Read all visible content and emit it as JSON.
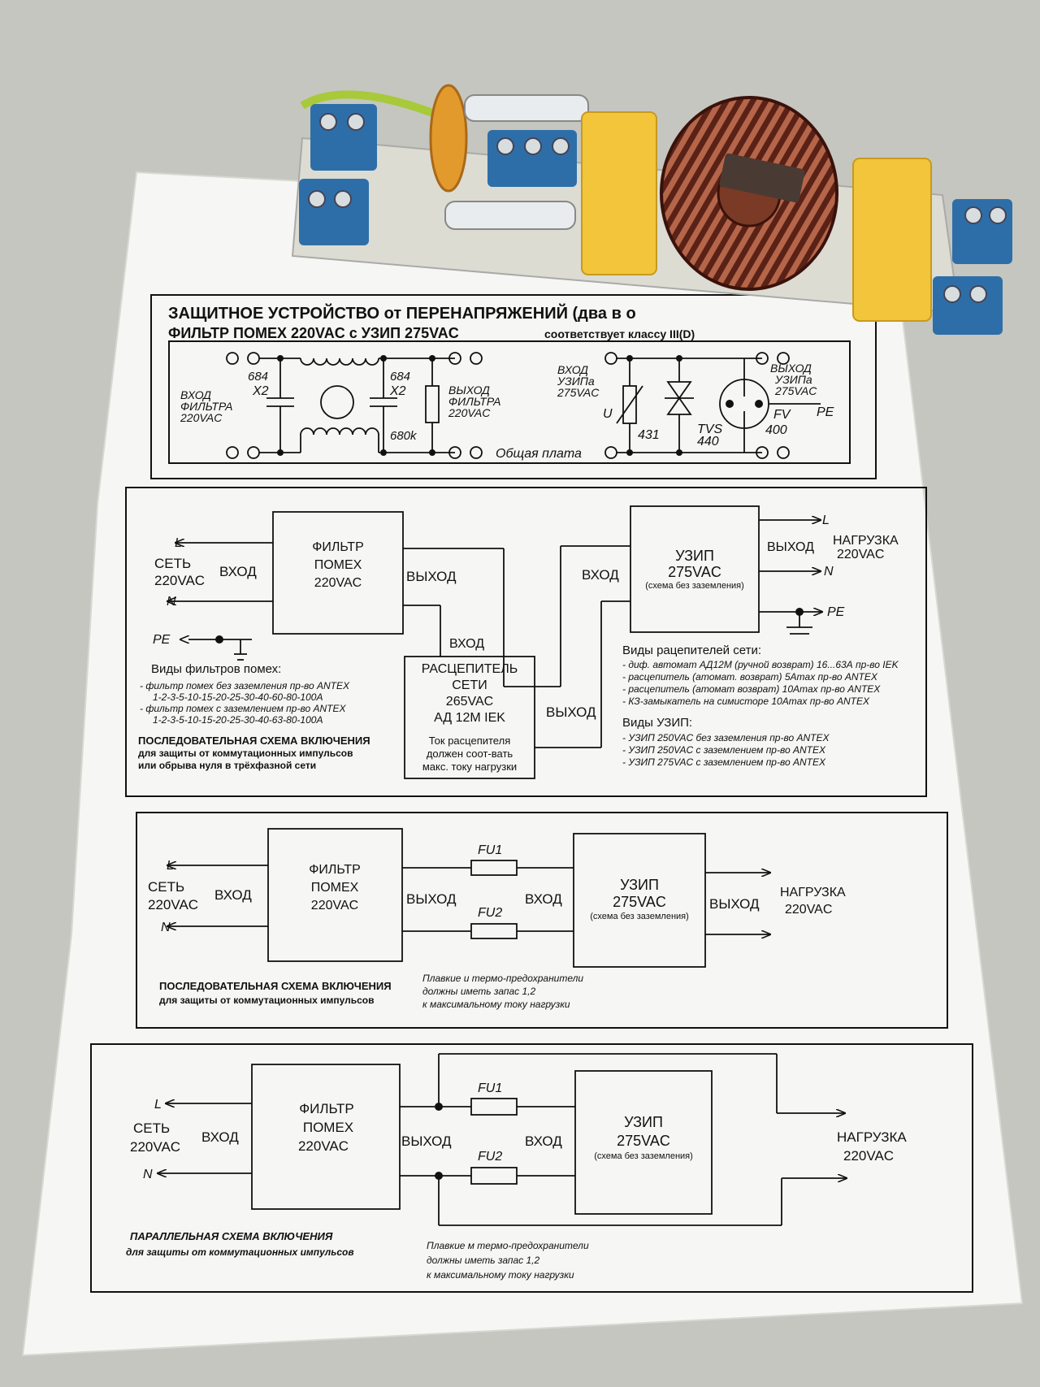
{
  "colors": {
    "background": "#c5c6bf",
    "paper": "#f6f6f4",
    "ink": "#111111",
    "pcb": "#dcdcd2",
    "terminal_block": "#2e6ea8",
    "capacitor": "#f2c53a",
    "toroid_copper": "#6a2a1c",
    "ground_wire": "#a8c93a"
  },
  "device": {
    "icons": [
      "terminal-block-icon",
      "fuse-icon",
      "toroid-choke-icon",
      "x2-capacitor-icon",
      "varistor-icon"
    ]
  },
  "header": {
    "title_line1": "ЗАЩИТНОЕ УСТРОЙСТВО от ПЕРЕНАПРЯЖЕНИЙ (два в о",
    "title_line2": "ФИЛЬТР ПОМЕХ 220VAC  с УЗИП 275VAC",
    "compliance": "соответствует классу III(D)"
  },
  "filter_schematic": {
    "cap1": "684",
    "cap1_type": "X2",
    "cap2": "684",
    "cap2_type": "X2",
    "resistor": "680k",
    "input_label": [
      "ВХОД",
      "ФИЛЬТРА",
      "220VAC"
    ],
    "output_label": [
      "ВЫХОД",
      "ФИЛЬТРА",
      "220VAC"
    ],
    "board_label": "Общая плата"
  },
  "spd_schematic": {
    "input_label": [
      "ВХОД",
      "УЗИПа",
      "275VAC"
    ],
    "output_label": [
      "ВЫХОД",
      "УЗИПа",
      "275VAC"
    ],
    "varistor_symbol": "U",
    "varistor_value": "431",
    "tvs_label": "TVS",
    "tvs_value": "440",
    "fv_label": "FV",
    "fv_value": "400",
    "pe": "PE"
  },
  "series_trip": {
    "l": "L",
    "n": "N",
    "pe": "PE",
    "network": [
      "СЕТЬ",
      "220VAC"
    ],
    "input": "ВХОД",
    "filter": [
      "ФИЛЬТР",
      "ПОМЕХ",
      "220VAC"
    ],
    "output": "ВЫХОД",
    "trip_input": "ВХОД",
    "trip": [
      "РАСЦЕПИТЕЛЬ",
      "СЕТИ",
      "265VAC",
      "АД 12M IEK"
    ],
    "trip_note": [
      "Ток расцепителя",
      "должен соот-вать",
      "макс. току нагрузки"
    ],
    "trip_output": "ВЫХОД",
    "spd_input": "ВХОД",
    "spd": [
      "УЗИП",
      "275VAC",
      "(схема без заземления)"
    ],
    "spd_output": "ВЫХОД",
    "load": [
      "НАГРУЗКА",
      "220VAC"
    ],
    "filter_types_title": "Виды фильтров помех:",
    "filter_types": [
      "- фильтр помех без заземления пр-во ANTEX",
      "1-2-3-5-10-15-20-25-30-40-60-80-100A",
      "- фильтр помех с заземлением пр-во ANTEX",
      "1-2-3-5-10-15-20-25-30-40-63-80-100A"
    ],
    "caption": [
      "ПОСЛЕДОВАТЕЛЬНАЯ СХЕМА ВКЛЮЧЕНИЯ",
      "для защиты от коммутационных импульсов",
      "или обрыва нуля в трёхфазной сети"
    ],
    "trip_types_title": "Виды рацепителей сети:",
    "trip_types": [
      "- диф. автомат АД12М (ручной возврат) 16...63А пр-во IEK",
      "- расцепитель (атомат. возврат) 5Amax пр-во ANTEX",
      "- расцепитель (атомат возврат) 10Amax пр-во ANTEX",
      "- КЗ-замыкатель на симисторе 10Amax пр-во ANTEX"
    ],
    "spd_types_title": "Виды УЗИП:",
    "spd_types": [
      "- УЗИП 250VAC без заземления  пр-во ANTEX",
      "- УЗИП 250VAC с заземлением   пр-во ANTEX",
      "- УЗИП 275VAC  с заземлением  пр-во ANTEX"
    ]
  },
  "series_fuse": {
    "l": "L",
    "n": "N",
    "network": [
      "СЕТЬ",
      "220VAC"
    ],
    "input": "ВХОД",
    "filter": [
      "ФИЛЬТР",
      "ПОМЕХ",
      "220VAC"
    ],
    "output": "ВЫХОД",
    "fu1": "FU1",
    "fu2": "FU2",
    "spd_input": "ВХОД",
    "spd": [
      "УЗИП",
      "275VAC",
      "(схема без заземления)"
    ],
    "spd_output": "ВЫХОД",
    "load": [
      "НАГРУЗКА",
      "220VAC"
    ],
    "caption": [
      "ПОСЛЕДОВАТЕЛЬНАЯ СХЕМА ВКЛЮЧЕНИЯ",
      "для защиты от коммутационных импульсов"
    ],
    "note": [
      "Плавкие и термо-предохранители",
      "должны иметь запас  1,2",
      "к максимальному току нагрузки"
    ]
  },
  "parallel": {
    "l": "L",
    "n": "N",
    "network": [
      "СЕТЬ",
      "220VAC"
    ],
    "input": "ВХОД",
    "filter": [
      "ФИЛЬТР",
      "ПОМЕХ",
      "220VAC"
    ],
    "output": "ВЫХОД",
    "fu1": "FU1",
    "fu2": "FU2",
    "spd_input": "ВХОД",
    "spd": [
      "УЗИП",
      "275VAC",
      "(схема без заземления)"
    ],
    "load": [
      "НАГРУЗКА",
      "220VAC"
    ],
    "caption": [
      "ПАРАЛЛЕЛЬНАЯ СХЕМА ВКЛЮЧЕНИЯ",
      "для защиты от коммутационных импульсов"
    ],
    "note": [
      "Плавкие м термо-предохранители",
      "должны иметь запас  1,2",
      "к максимальному току нагрузки"
    ]
  }
}
